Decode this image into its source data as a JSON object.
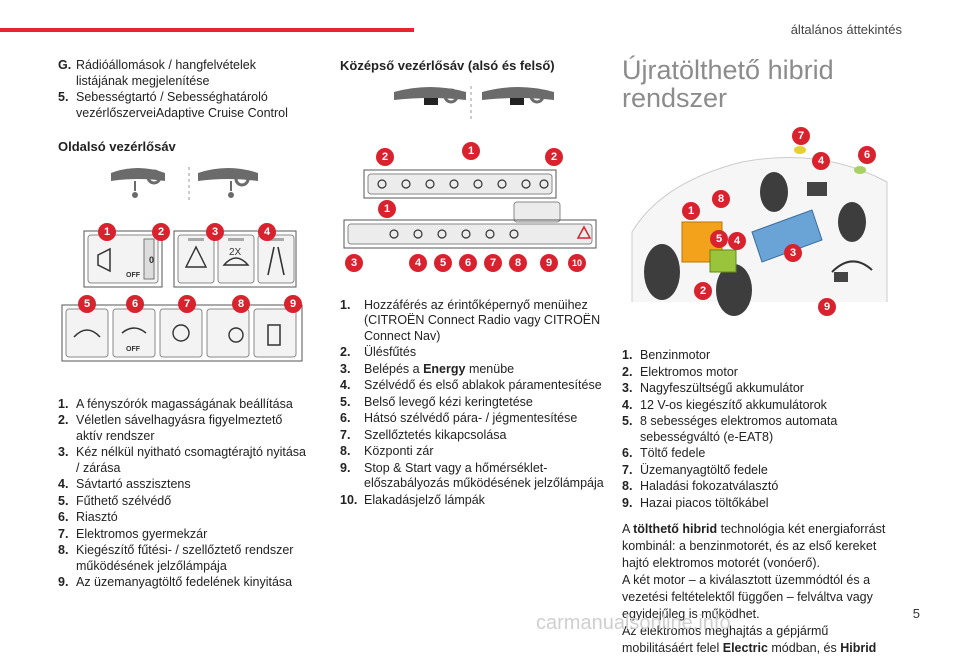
{
  "header": {
    "section": "általános áttekintés"
  },
  "col1": {
    "top_items": [
      {
        "k": "G.",
        "v": "Rádióállomások / hangfelvételek listájának megjelenítése"
      },
      {
        "k": "5.",
        "v": "Sebességtartó / Sebességhatároló vezérlőszerveiAdaptive Cruise Control"
      }
    ],
    "side_title": "Oldalsó vezérlősáv",
    "buttons_row1": [
      "1",
      "2",
      "3",
      "4"
    ],
    "buttons_row2": [
      "5",
      "6",
      "7",
      "8",
      "9"
    ],
    "btn_text": {
      "off1": "OFF",
      "twox": "2X",
      "off2": "OFF",
      "zero": "0"
    },
    "items": [
      {
        "k": "1.",
        "v": "A fényszórók magasságának beállítása"
      },
      {
        "k": "2.",
        "v": "Véletlen sávelhagyásra figyelmeztető aktív rendszer"
      },
      {
        "k": "3.",
        "v": "Kéz nélkül nyitható csomagtérajtó nyitása / zárása"
      },
      {
        "k": "4.",
        "v": "Sávtartó asszisztens"
      },
      {
        "k": "5.",
        "v": "Fűthető szélvédő"
      },
      {
        "k": "6.",
        "v": "Riasztó"
      },
      {
        "k": "7.",
        "v": "Elektromos gyermekzár"
      },
      {
        "k": "8.",
        "v": "Kiegészítő fűtési- / szellőztető rendszer működésének jelzőlámpája"
      },
      {
        "k": "9.",
        "v": "Az üzemanyagtöltő fedelének kinyitása"
      }
    ]
  },
  "col2": {
    "title": "Középső vezérlősáv (alsó és felső)",
    "badges_top": [
      "2",
      "1",
      "2"
    ],
    "badges_bottom": [
      "1",
      "3",
      "4",
      "5",
      "6",
      "7",
      "8",
      "9",
      "10"
    ],
    "items": [
      {
        "k": "1.",
        "v": "Hozzáférés az érintőképernyő menüihez (CITROËN Connect Radio vagy CITROËN Connect Nav)"
      },
      {
        "k": "2.",
        "v": "Ülésfűtés"
      },
      {
        "k": "3.",
        "v_pre": "Belépés a ",
        "v_bold": "Energy",
        "v_post": " menübe"
      },
      {
        "k": "4.",
        "v": "Szélvédő és első ablakok páramentesítése"
      },
      {
        "k": "5.",
        "v": "Belső levegő kézi keringtetése"
      },
      {
        "k": "6.",
        "v": "Hátsó szélvédő pára- / jégmentesítése"
      },
      {
        "k": "7.",
        "v": "Szellőztetés kikapcsolása"
      },
      {
        "k": "8.",
        "v": "Központi zár"
      },
      {
        "k": "9.",
        "v": "Stop & Start vagy a hőmérséklet-előszabályozás működésének jelzőlámpája"
      },
      {
        "k": "10.",
        "v": "Elakadásjelző lámpák"
      }
    ]
  },
  "col3": {
    "title_line1": "Újratölthető hibrid",
    "title_line2": "rendszer",
    "badges": [
      "1",
      "2",
      "3",
      "4",
      "5",
      "6",
      "7",
      "8",
      "9"
    ],
    "items": [
      {
        "k": "1.",
        "v": "Benzinmotor"
      },
      {
        "k": "2.",
        "v": "Elektromos motor"
      },
      {
        "k": "3.",
        "v": "Nagyfeszültségű akkumulátor"
      },
      {
        "k": "4.",
        "v": "12 V-os kiegészítő akkumulátorok"
      },
      {
        "k": "5.",
        "v": "8 sebességes elektromos automata sebességváltó (e-EAT8)"
      },
      {
        "k": "6.",
        "v": "Töltő fedele"
      },
      {
        "k": "7.",
        "v": "Üzemanyagtöltő fedele"
      },
      {
        "k": "8.",
        "v": "Haladási fokozatválasztó"
      },
      {
        "k": "9.",
        "v": "Hazai piacos töltőkábel"
      }
    ],
    "p1_a": "A ",
    "p1_b": "tölthető hibrid",
    "p1_c": " technológia két energiaforrást kombinál: a benzinmotorét, és az első kereket hajtó elektromos motorét (vonóerő).",
    "p2": "A két motor – a kiválasztott üzemmódtól és a vezetési feltételektől függően – felváltva vagy egyidejűleg is működhet.",
    "p3_a": "Az elektromos meghajtás a gépjármű mobilitásáért felel ",
    "p3_b": "Electric",
    "p3_c": " módban, és ",
    "p3_d": "Hibrid"
  },
  "footer": {
    "page": "5",
    "watermark": "carmanualsonline.info"
  }
}
